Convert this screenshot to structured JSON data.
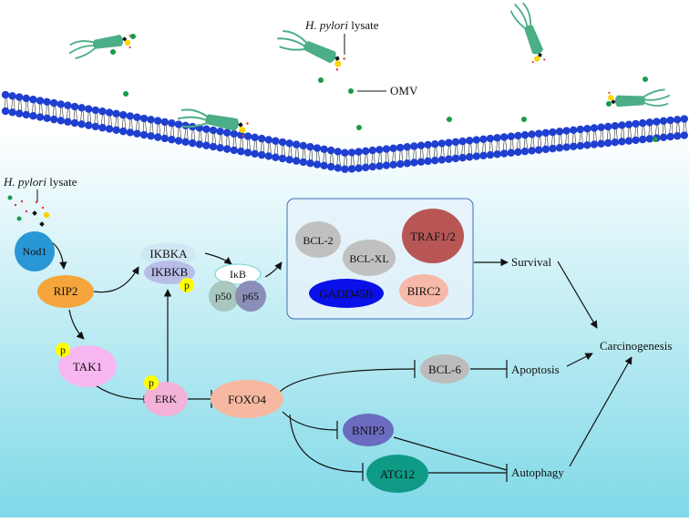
{
  "colors": {
    "bg_gradient_top": "#ffffff",
    "bg_gradient_bottom": "#7fd9e8",
    "membrane_head": "#1f3fd1",
    "omv_dot": "#1a9a4a",
    "bacterium": "#4cae86",
    "nod1": "#2996d6",
    "rip2": "#f5a53b",
    "tak1": "#f7b7f0",
    "erk": "#f3b2d8",
    "foxo4": "#f6b8a0",
    "ikbka": "#cfe8f4",
    "ikbkb": "#b8bde8",
    "phospho": "#ffff00",
    "p50": "#a8c7bf",
    "p65": "#8a8fb8",
    "bcl2": "#c0c0c0",
    "bclxl": "#c0c0c0",
    "traf": "#b85656",
    "gadd45b": "#0a10e8",
    "birc2": "#f6b8a8",
    "bcl6": "#bcbcbc",
    "bnip3": "#6b6bbf",
    "atg12": "#0f9a86"
  },
  "labels": {
    "hpylori_top": "H. pylori",
    "lysate_top": " lysate",
    "omv": "OMV",
    "hpylori_left": "H. pylori",
    "lysate_left": " lysate",
    "nod1": "Nod1",
    "rip2": "RIP2",
    "tak1": "TAK1",
    "erk": "ERK",
    "foxo4": "FOXO4",
    "ikbka": "IKBKA",
    "ikbkb": "IKBKB",
    "ikb": "IκB",
    "p50": "p50",
    "p65": "p65",
    "p": "p",
    "bcl2": "BCL-2",
    "bclxl": "BCL-XL",
    "traf": "TRAF1/2",
    "gadd45b": "GADD45B",
    "birc2": "BIRC2",
    "survival": "Survival",
    "carcinogenesis": "Carcinogenesis",
    "bcl6": "BCL-6",
    "apoptosis": "Apoptosis",
    "bnip3": "BNIP3",
    "atg12": "ATG12",
    "autophagy": "Autophagy"
  }
}
